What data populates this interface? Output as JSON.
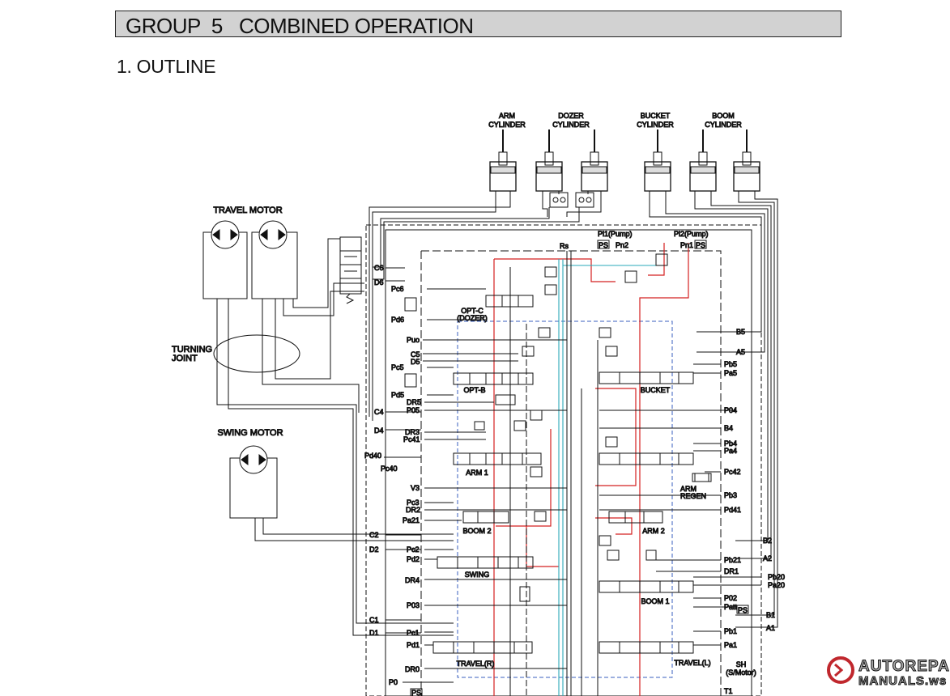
{
  "header": {
    "group_title": "GROUP  5   COMBINED OPERATION",
    "section_title": "1. OUTLINE"
  },
  "actuators": {
    "arm_cylinder": [
      "ARM",
      "CYLINDER"
    ],
    "dozer_cylinder": [
      "DOZER",
      "CYLINDER"
    ],
    "bucket_cylinder": [
      "BUCKET",
      "CYLINDER"
    ],
    "boom_cylinder": [
      "BOOM",
      "CYLINDER"
    ],
    "travel_motor": "TRAVEL MOTOR",
    "turning_joint": [
      "TURNING",
      "JOINT"
    ],
    "swing_motor": "SWING MOTOR"
  },
  "pump_labels": {
    "pi1": "Pi1(Pump)",
    "pi2": "Pi2(Pump)",
    "ps_left": "PS",
    "pn2": "Pn2",
    "pn1": "Pn1",
    "ps_right": "PS",
    "rs": "Rs"
  },
  "spool_labels": {
    "opt_c": [
      "OPT-C",
      "(DOZER)"
    ],
    "opt_b": "OPT-B",
    "bucket": "BUCKET",
    "arm1": "ARM 1",
    "arm_regen": [
      "ARM",
      "REGEN"
    ],
    "boom2": "BOOM 2",
    "arm2": "ARM 2",
    "swing": "SWING",
    "boom1": "BOOM 1",
    "travel_r": "TRAVEL(R)",
    "travel_l": "TRAVEL(L)",
    "sh": [
      "SH",
      "(S/Motor)"
    ]
  },
  "left_ports": [
    {
      "id": "c6",
      "text": "C6"
    },
    {
      "id": "d6",
      "text": "D6"
    },
    {
      "id": "pc6",
      "text": "Pc6"
    },
    {
      "id": "pd6",
      "text": "Pd6"
    },
    {
      "id": "puo",
      "text": "Puo"
    },
    {
      "id": "c5",
      "text": "C5"
    },
    {
      "id": "d5",
      "text": "D5"
    },
    {
      "id": "pc5",
      "text": "Pc5"
    },
    {
      "id": "pd5",
      "text": "Pd5"
    },
    {
      "id": "dr5",
      "text": "DR5"
    },
    {
      "id": "p05",
      "text": "P05"
    },
    {
      "id": "c4",
      "text": "C4"
    },
    {
      "id": "d4",
      "text": "D4"
    },
    {
      "id": "dr3",
      "text": "DR3"
    },
    {
      "id": "pc41",
      "text": "Pc41"
    },
    {
      "id": "pd40",
      "text": "Pd40"
    },
    {
      "id": "pc40",
      "text": "Pc40"
    },
    {
      "id": "v3",
      "text": "V3"
    },
    {
      "id": "pc3",
      "text": "Pc3"
    },
    {
      "id": "dr2",
      "text": "DR2"
    },
    {
      "id": "pa21",
      "text": "Pa21"
    },
    {
      "id": "c2",
      "text": "C2"
    },
    {
      "id": "d2",
      "text": "D2"
    },
    {
      "id": "pc2",
      "text": "Pc2"
    },
    {
      "id": "pd2",
      "text": "Pd2"
    },
    {
      "id": "dr4",
      "text": "DR4"
    },
    {
      "id": "p03",
      "text": "P03"
    },
    {
      "id": "c1",
      "text": "C1"
    },
    {
      "id": "d1",
      "text": "D1"
    },
    {
      "id": "pc1",
      "text": "Pc1"
    },
    {
      "id": "pd1",
      "text": "Pd1"
    },
    {
      "id": "dr0",
      "text": "DR0"
    },
    {
      "id": "p0",
      "text": "P0"
    },
    {
      "id": "ps_bottom",
      "text": "PS"
    }
  ],
  "right_ports": [
    {
      "id": "b5",
      "text": "B5"
    },
    {
      "id": "a5",
      "text": "A5"
    },
    {
      "id": "pb5",
      "text": "Pb5"
    },
    {
      "id": "pa5",
      "text": "Pa5"
    },
    {
      "id": "p04",
      "text": "P04"
    },
    {
      "id": "b4",
      "text": "B4"
    },
    {
      "id": "pb4",
      "text": "Pb4"
    },
    {
      "id": "pa4",
      "text": "Pa4"
    },
    {
      "id": "pc42",
      "text": "Pc42"
    },
    {
      "id": "pb3",
      "text": "Pb3"
    },
    {
      "id": "pd41",
      "text": "Pd41"
    },
    {
      "id": "b2",
      "text": "B2"
    },
    {
      "id": "a2",
      "text": "A2"
    },
    {
      "id": "pb21",
      "text": "Pb21"
    },
    {
      "id": "dr1",
      "text": "DR1"
    },
    {
      "id": "pb20",
      "text": "Pb20"
    },
    {
      "id": "pa20",
      "text": "Pa20"
    },
    {
      "id": "p02",
      "text": "P02"
    },
    {
      "id": "patt",
      "text": "Patt"
    },
    {
      "id": "ps_patt",
      "text": "PS"
    },
    {
      "id": "b1",
      "text": "B1"
    },
    {
      "id": "a1",
      "text": "A1"
    },
    {
      "id": "pb1",
      "text": "Pb1"
    },
    {
      "id": "pa1",
      "text": "Pa1"
    },
    {
      "id": "t1",
      "text": "T1"
    }
  ],
  "watermark": {
    "line1": "AUTOREPAIR",
    "line2": "MANUALS.ws"
  },
  "colors": {
    "line": "#111111",
    "pressure_red": "#d42020",
    "pilot_cyan": "#2aa8b8",
    "pilot_blue_dash": "#3a5fbf",
    "banner_gray": "#d2d2d2",
    "watermark_gray": "#a9a9a9",
    "watermark_red": "#c0272d"
  }
}
